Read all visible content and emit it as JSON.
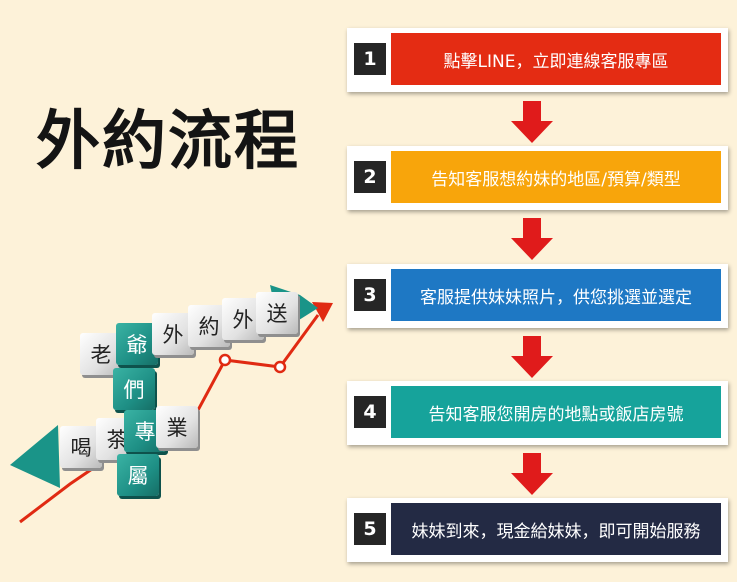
{
  "title": "外約流程",
  "steps": [
    {
      "num": "1",
      "text": "點擊LINE，立即連線客服專區",
      "color": "#e42c13"
    },
    {
      "num": "2",
      "text": "告知客服想約妹的地區/預算/類型",
      "color": "#f8a50b"
    },
    {
      "num": "3",
      "text": "客服提供妹妹照片，供您挑選並選定",
      "color": "#1e78c4"
    },
    {
      "num": "4",
      "text": "告知客服您開房的地點或飯店房號",
      "color": "#16a39b"
    },
    {
      "num": "5",
      "text": "妹妹到來，現金給妹妹，即可開始服務",
      "color": "#232a44"
    }
  ],
  "arrow_color": "#e01b1b",
  "cubes": {
    "top_row": [
      "老",
      "爺",
      "外",
      "約",
      "外",
      "送"
    ],
    "column": [
      "們"
    ],
    "middle_row": [
      "喝",
      "茶",
      "專",
      "業"
    ],
    "bottom": [
      "屬"
    ]
  }
}
